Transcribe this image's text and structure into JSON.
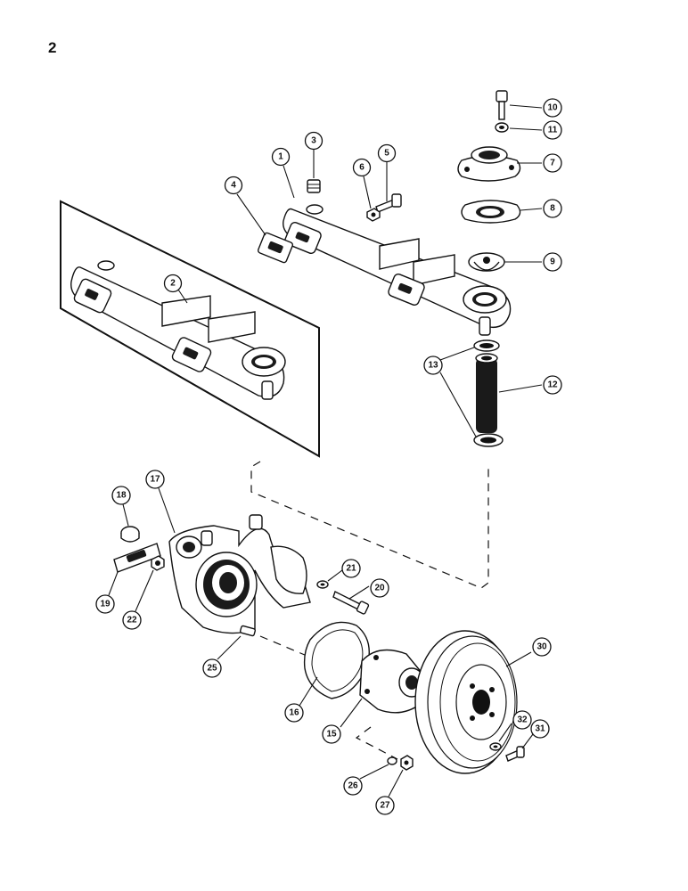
{
  "page_number": "2",
  "callouts": [
    "1",
    "2",
    "3",
    "4",
    "5",
    "6",
    "7",
    "8",
    "9",
    "10",
    "11",
    "12",
    "13",
    "13",
    "15",
    "16",
    "17",
    "18",
    "19",
    "20",
    "21",
    "22",
    "25",
    "26",
    "27",
    "30",
    "31",
    "32"
  ]
}
